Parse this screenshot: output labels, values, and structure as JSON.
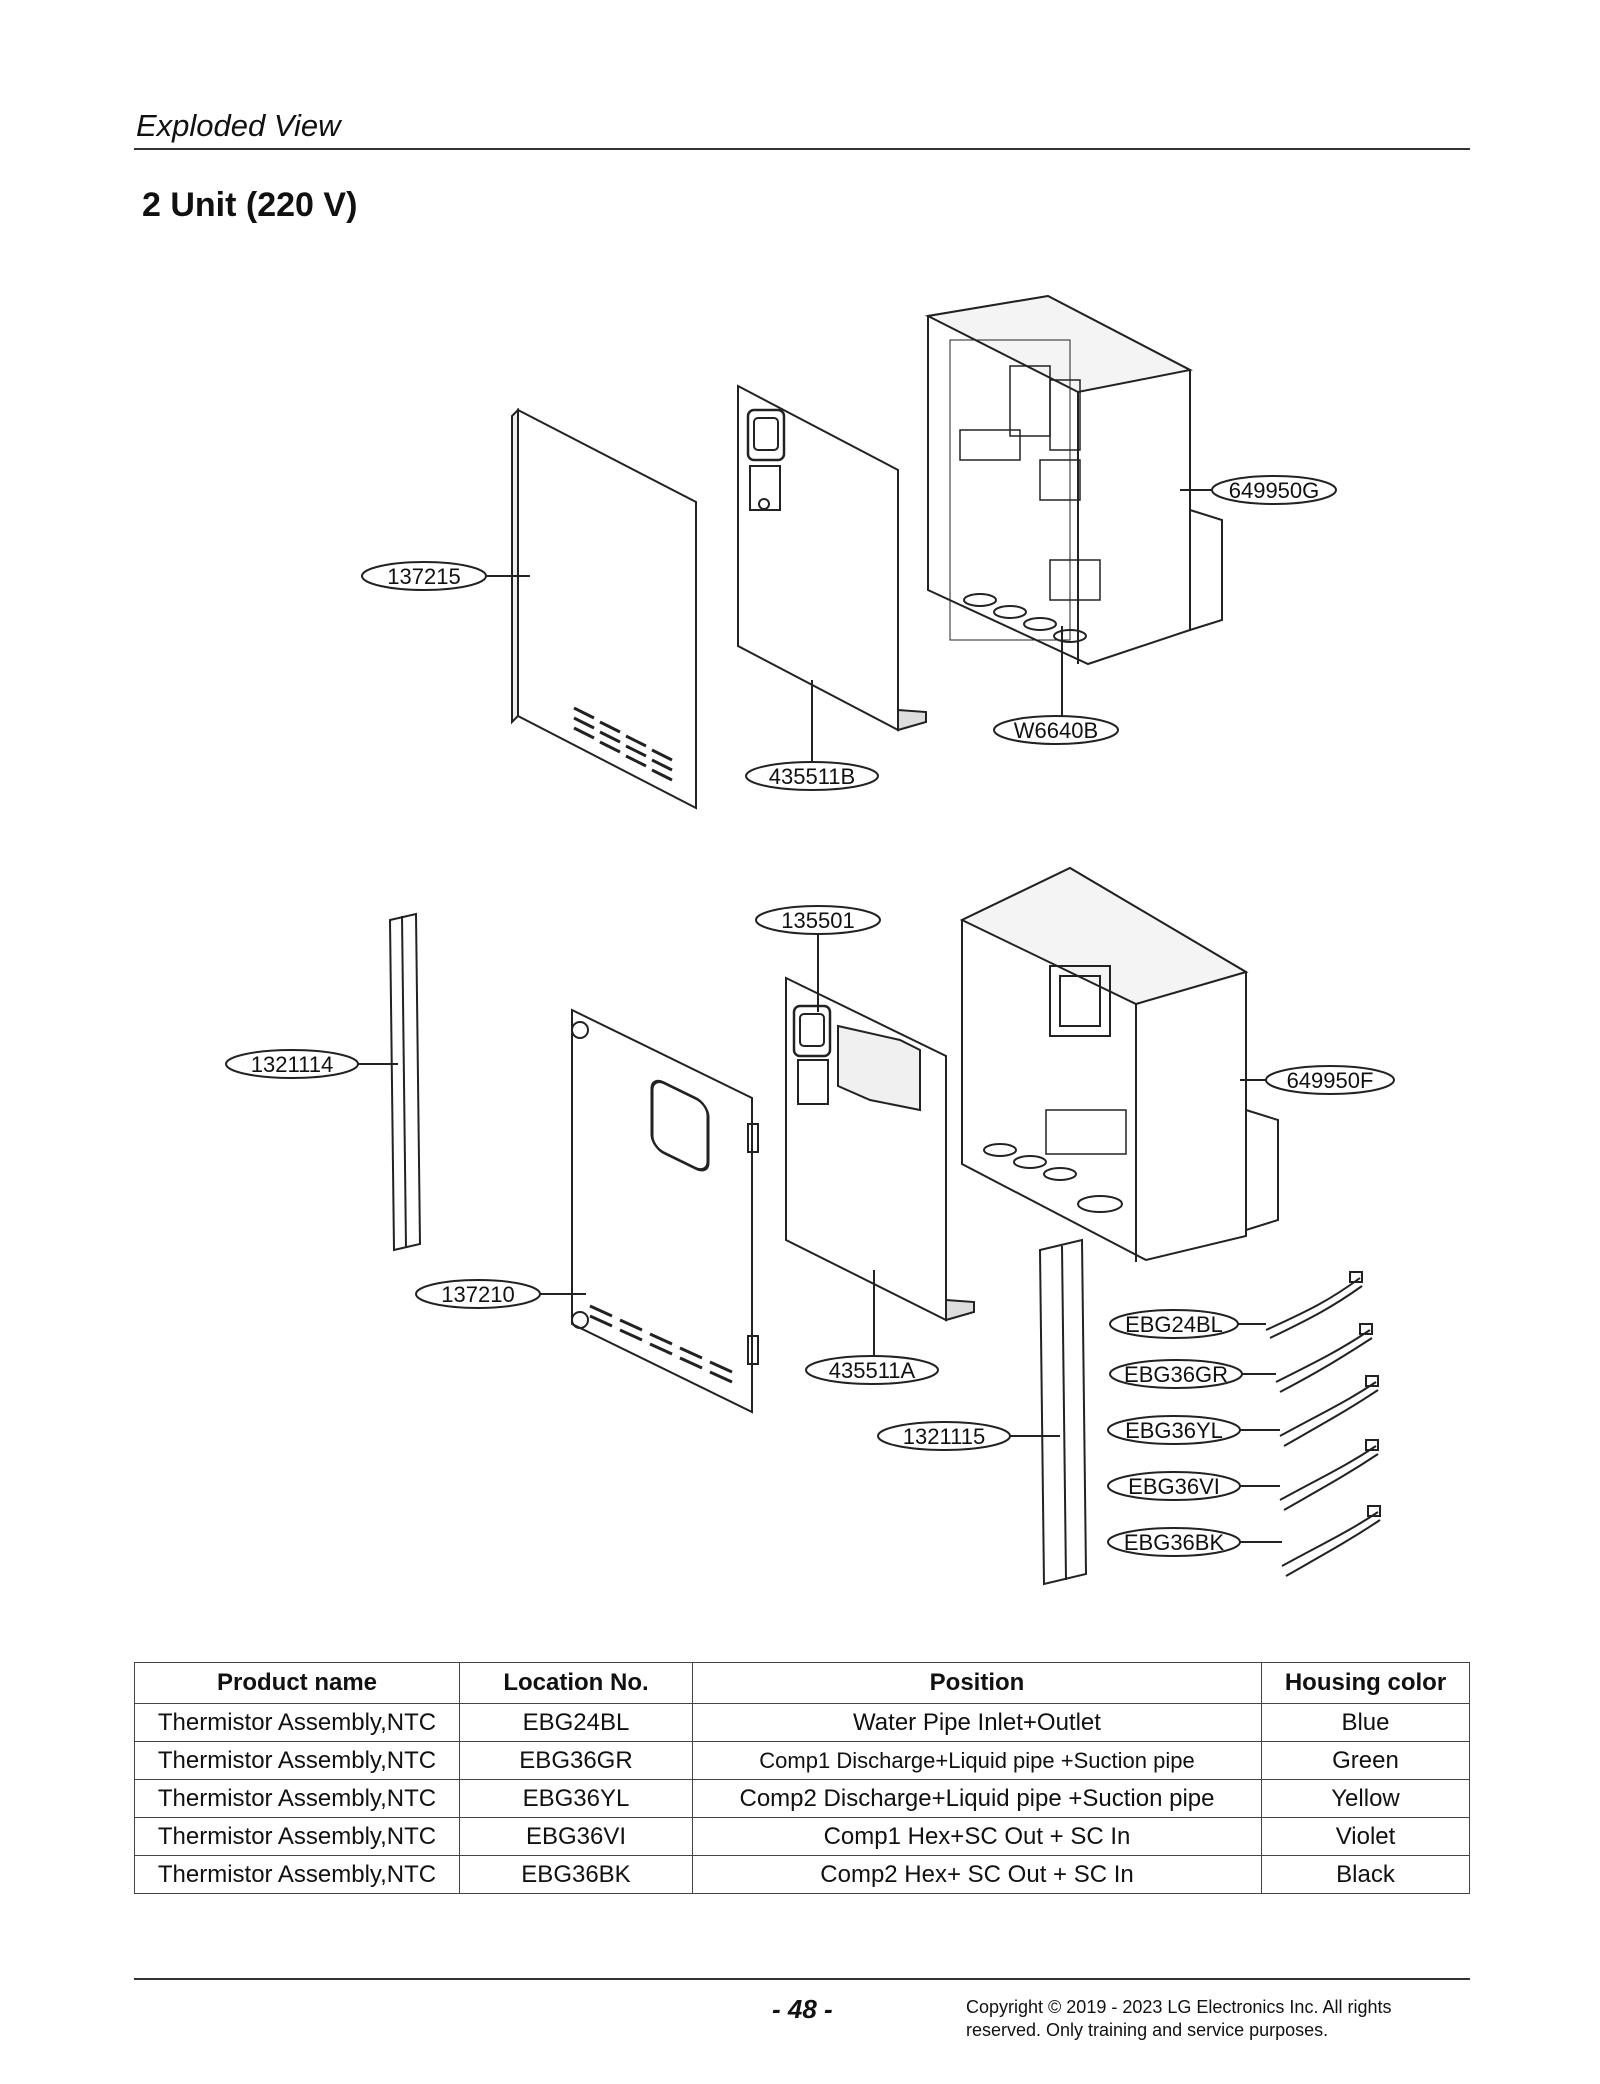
{
  "header": {
    "section_title": "Exploded View",
    "page_heading": "2 Unit (220 V)"
  },
  "diagram": {
    "callouts": [
      {
        "id": "649950G"
      },
      {
        "id": "137215"
      },
      {
        "id": "435511B"
      },
      {
        "id": "W6640B"
      },
      {
        "id": "135501"
      },
      {
        "id": "1321114"
      },
      {
        "id": "649950F"
      },
      {
        "id": "137210"
      },
      {
        "id": "435511A"
      },
      {
        "id": "1321115"
      },
      {
        "id": "EBG24BL"
      },
      {
        "id": "EBG36GR"
      },
      {
        "id": "EBG36YL"
      },
      {
        "id": "EBG36VI"
      },
      {
        "id": "EBG36BK"
      }
    ]
  },
  "table": {
    "headers": [
      "Product name",
      "Location No.",
      "Position",
      "Housing color"
    ],
    "rows": [
      [
        "Thermistor Assembly,NTC",
        "EBG24BL",
        "Water Pipe Inlet+Outlet",
        "Blue"
      ],
      [
        "Thermistor Assembly,NTC",
        "EBG36GR",
        "Comp1 Discharge+Liquid pipe +Suction pipe",
        "Green"
      ],
      [
        "Thermistor Assembly,NTC",
        "EBG36YL",
        "Comp2 Discharge+Liquid pipe +Suction pipe",
        "Yellow"
      ],
      [
        "Thermistor Assembly,NTC",
        "EBG36VI",
        "Comp1 Hex+SC Out + SC In",
        "Violet"
      ],
      [
        "Thermistor Assembly,NTC",
        "EBG36BK",
        "Comp2 Hex+ SC Out + SC In",
        "Black"
      ]
    ]
  },
  "footer": {
    "page_number": "- 48 -",
    "copyright": "Copyright © 2019 - 2023 LG Electronics Inc. All rights reserved. Only training and service purposes."
  }
}
